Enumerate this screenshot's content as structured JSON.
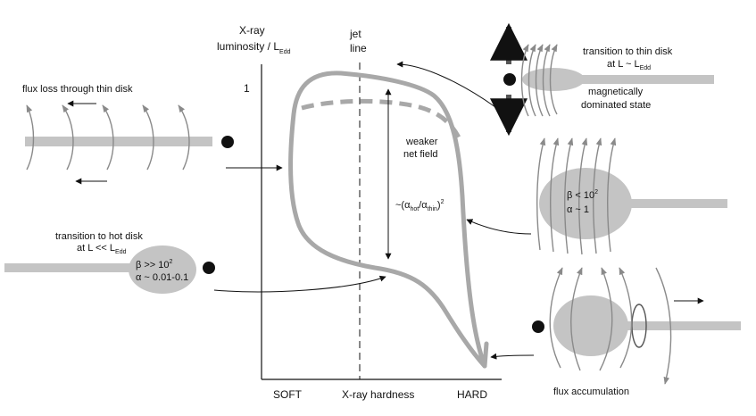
{
  "axis": {
    "y_title_line1": "X-ray",
    "y_title_line2": "luminosity / L",
    "y_title_sub": "Edd",
    "y_tick": "1",
    "x_left": "SOFT",
    "x_title": "X-ray hardness",
    "x_right": "HARD"
  },
  "jet_line": {
    "line1": "jet",
    "line2": "line"
  },
  "curve_labels": {
    "weaker_line1": "weaker",
    "weaker_line2": "net field",
    "ratio_prefix": "~(α",
    "ratio_sub1": "hot",
    "ratio_mid": "/α",
    "ratio_sub2": "thin",
    "ratio_suffix": ")",
    "ratio_power": "2"
  },
  "panels": {
    "thin_disk": {
      "caption": "flux loss through thin disk"
    },
    "hot_disk": {
      "title_line1": "transition to hot disk",
      "title_line2": "at L << L",
      "title_sub": "Edd",
      "beta": "β >> 10",
      "beta_power": "2",
      "alpha": "α ~ 0.01-0.1"
    },
    "magnetic": {
      "title_line1": "transition to thin disk",
      "title_line2": "at L ~ L",
      "title_sub": "Edd",
      "state_line1": "magnetically",
      "state_line2": "dominated state"
    },
    "mid_right": {
      "beta": "β < 10",
      "beta_power": "2",
      "alpha": "α ~ 1"
    },
    "accumulation": {
      "caption": "flux accumulation"
    }
  }
}
